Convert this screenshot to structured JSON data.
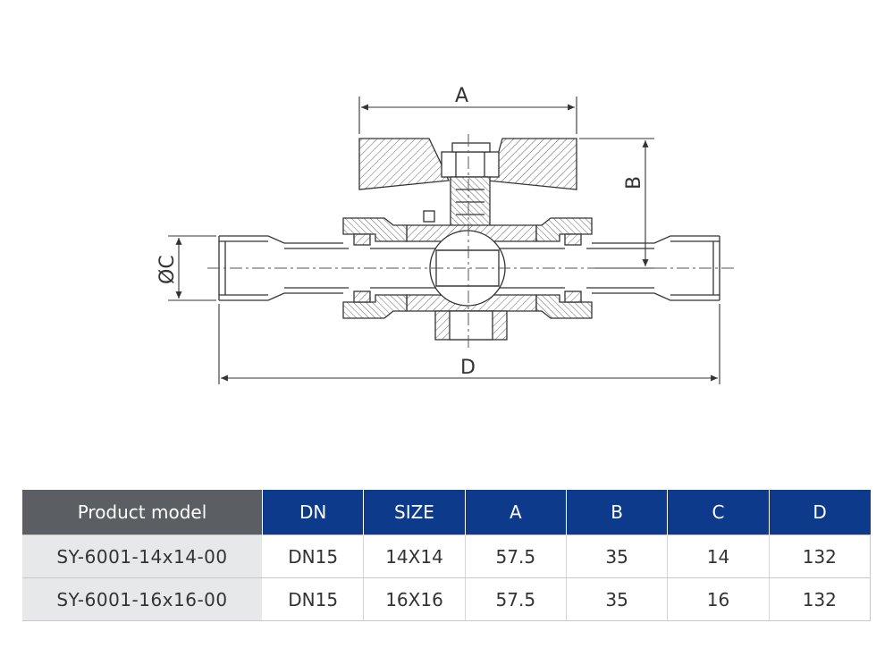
{
  "diagram": {
    "dimension_labels": {
      "a": "A",
      "b": "B",
      "c": "ØC",
      "d": "D"
    }
  },
  "table": {
    "headers": [
      "Product model",
      "DN",
      "SIZE",
      "A",
      "B",
      "C",
      "D"
    ],
    "rows": [
      [
        "SY-6001-14x14-00",
        "DN15",
        "14X14",
        "57.5",
        "35",
        "14",
        "132"
      ],
      [
        "SY-6001-16x16-00",
        "DN15",
        "16X16",
        "57.5",
        "35",
        "16",
        "132"
      ]
    ]
  },
  "colors": {
    "header_blue": "#0e3a8c",
    "header_grey": "#5b5e63",
    "model_cell_bg": "#e7e8e9",
    "line": "#333333"
  }
}
